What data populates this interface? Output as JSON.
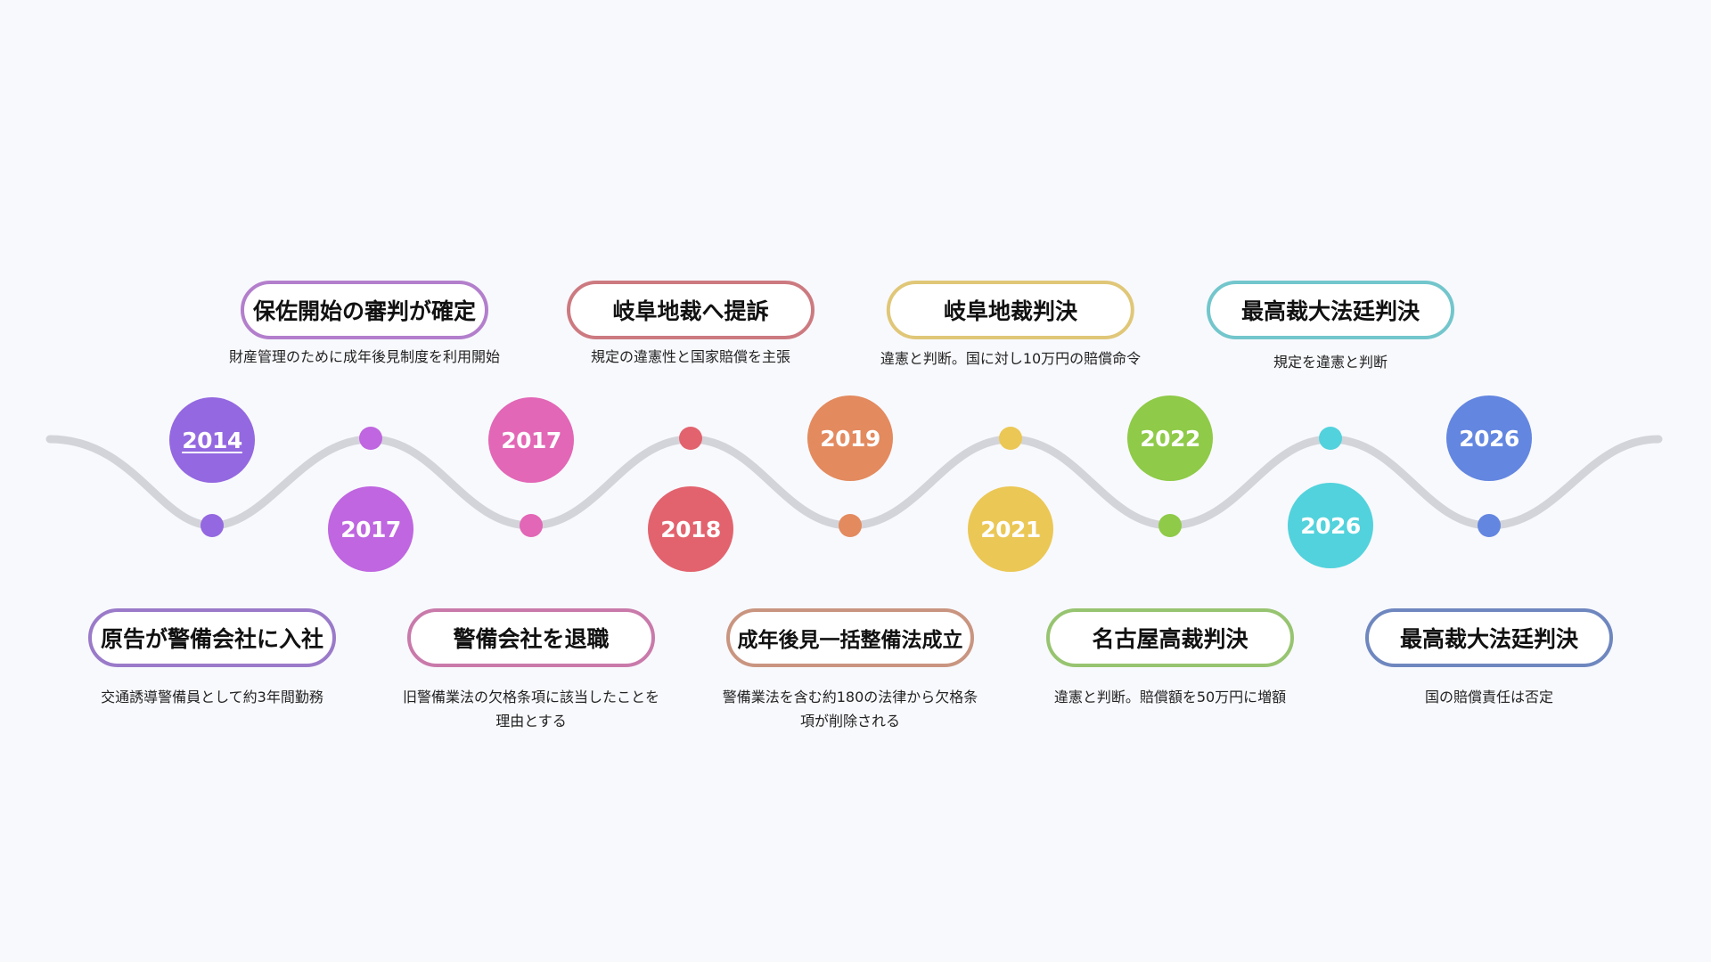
{
  "timeline": {
    "wave_color": "#d3d4d9",
    "years": [
      {
        "label": "2014",
        "color": "#9468e0",
        "underlined": true
      },
      {
        "label": "2017",
        "color": "#bf66e0"
      },
      {
        "label": "2017",
        "color": "#e267b6"
      },
      {
        "label": "2018",
        "color": "#e2636e"
      },
      {
        "label": "2019",
        "color": "#e38a5f"
      },
      {
        "label": "2021",
        "color": "#ebc755"
      },
      {
        "label": "2022",
        "color": "#8fca48"
      },
      {
        "label": "2026",
        "color": "#52d2dc"
      },
      {
        "label": "2026",
        "color": "#6386e0"
      }
    ],
    "events_top": [
      {
        "title": "保佐開始の審判が確定",
        "description": "財産管理のために成年後見制度を利用開始",
        "border": "#b37fcc"
      },
      {
        "title": "岐阜地裁へ提訴",
        "description": "規定の違憲性と国家賠償を主張",
        "border": "#cc7a80"
      },
      {
        "title": "岐阜地裁判決",
        "description": "違憲と判断。国に対し10万円の賠償命令",
        "border": "#e0c778"
      },
      {
        "title": "最高裁大法廷判決",
        "description": "規定を違憲と判断",
        "border": "#72c6cc"
      }
    ],
    "events_bottom": [
      {
        "title": "原告が警備会社に入社",
        "description": "交通誘導警備員として約3年間勤務",
        "border": "#9a7ac9"
      },
      {
        "title": "警備会社を退職",
        "description": "旧警備業法の欠格条項に該当したことを理由とする",
        "border": "#c97aaa"
      },
      {
        "title": "成年後見一括整備法成立",
        "description": "警備業法を含む約180の法律から欠格条項が削除される",
        "border": "#c99580"
      },
      {
        "title": "名古屋高裁判決",
        "description": "違憲と判断。賠償額を50万円に増額",
        "border": "#97c470"
      },
      {
        "title": "最高裁大法廷判決",
        "description": "国の賠償責任は否定",
        "border": "#6f87bf"
      }
    ]
  }
}
